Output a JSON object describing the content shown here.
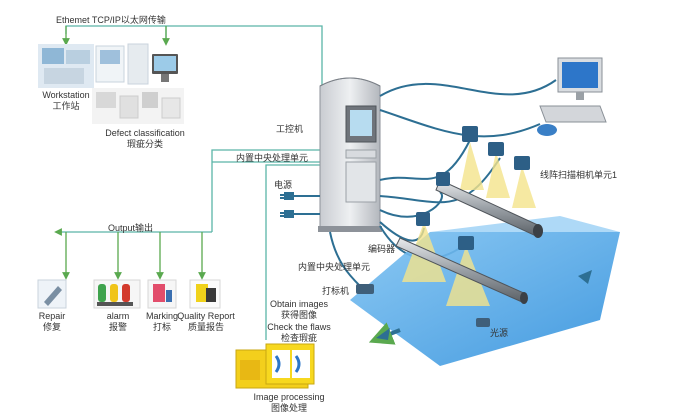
{
  "ethernet_label": "Ethemet TCP/IP以太网传输",
  "workstation": {
    "en": "Workstation",
    "zh": "工作站"
  },
  "defect_classification": {
    "en": "Defect classification",
    "zh": "瑕疵分类"
  },
  "industrial_pc": "工控机",
  "built_in_cpu_top": "内置中央处理单元",
  "power_supply": "电源",
  "output_label": "Output输出",
  "outputs": [
    {
      "en": "Repair",
      "zh": "修复"
    },
    {
      "en": "alarm",
      "zh": "报警"
    },
    {
      "en": "Marking",
      "zh": "打标"
    },
    {
      "en": "Quality Report",
      "zh": "质量报告"
    }
  ],
  "built_in_cpu_mid": "内置中央处理单元",
  "encoder": "编码器",
  "marker": "打标机",
  "line_scan_camera": "线阵扫描相机单元1",
  "light_source": "光源",
  "obtain_images": {
    "en": "Obtain images",
    "zh": "获得图像"
  },
  "check_flaws": {
    "en": "Check the flaws",
    "zh": "检查瑕疵"
  },
  "image_processing": {
    "en": "Image processing",
    "zh": "图像处理"
  },
  "colors": {
    "line": "#5bb5a8",
    "arrow": "#5aa94f",
    "cable": "#2d6f93",
    "web": "#4aa0e0",
    "light": "#f4e48c"
  }
}
